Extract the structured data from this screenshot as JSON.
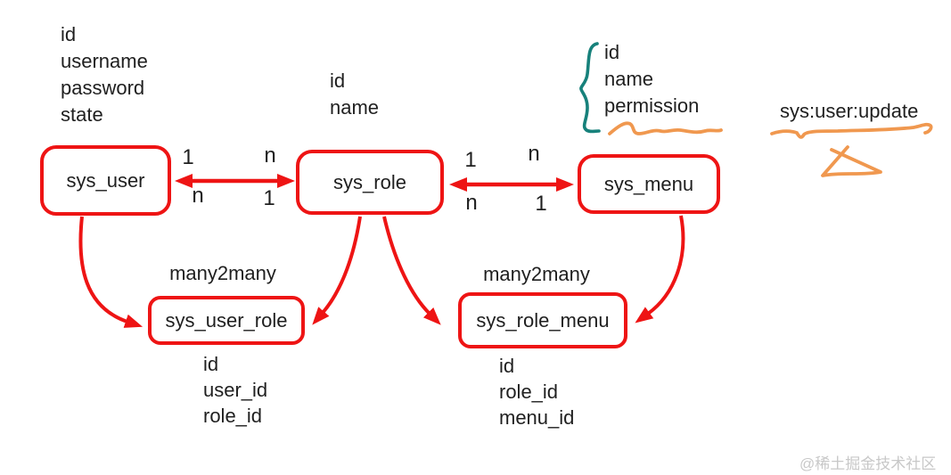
{
  "colors": {
    "entity_red": "#ee1414",
    "brace_teal": "#17817b",
    "marker_orange": "#f0984f",
    "text_black": "#1f1f1f",
    "watermark_gray": "#c8c8c8",
    "background": "#ffffff"
  },
  "entities": {
    "sys_user": {
      "label": "sys_user",
      "fields": [
        "id",
        "username",
        "password",
        "state"
      ]
    },
    "sys_role": {
      "label": "sys_role",
      "fields": [
        "id",
        "name"
      ]
    },
    "sys_menu": {
      "label": "sys_menu",
      "fields": [
        "id",
        "name",
        "permission"
      ]
    },
    "sys_user_role": {
      "label": "sys_user_role",
      "fields": [
        "id",
        "user_id",
        "role_id"
      ],
      "relation_label": "many2many"
    },
    "sys_role_menu": {
      "label": "sys_role_menu",
      "fields": [
        "id",
        "role_id",
        "menu_id"
      ],
      "relation_label": "many2many"
    }
  },
  "relations": {
    "user_role": {
      "top_left": "1",
      "top_right": "n",
      "bottom_left": "n",
      "bottom_right": "1"
    },
    "role_menu": {
      "top_left": "1",
      "top_right": "n",
      "bottom_left": "n",
      "bottom_right": "1"
    }
  },
  "annotations": {
    "permission_example": "sys:user:update"
  },
  "watermark": "@稀土掘金技术社区"
}
